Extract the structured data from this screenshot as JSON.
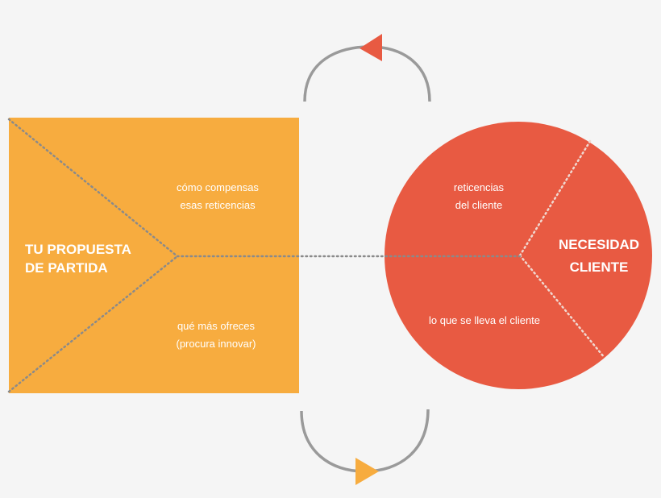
{
  "colors": {
    "background": "#f5f5f5",
    "square": "#f7ac3f",
    "circle": "#e85a42",
    "arrow_top": "#e85a42",
    "arrow_bottom": "#f7ac3f",
    "arc": "#9a9a9a",
    "dotted": "#8a8a8a"
  },
  "square": {
    "title_line1": "TU PROPUESTA",
    "title_line2": "DE PARTIDA",
    "upper_line1": "cómo compensas",
    "upper_line2": "esas reticencias",
    "lower_line1": "qué más ofreces",
    "lower_line2": "(procura innovar)"
  },
  "circle": {
    "title_line1": "NECESIDAD",
    "title_line2": "CLIENTE",
    "upper_line1": "reticencias",
    "upper_line2": "del cliente",
    "lower_line1": "lo que se lleva el cliente"
  }
}
